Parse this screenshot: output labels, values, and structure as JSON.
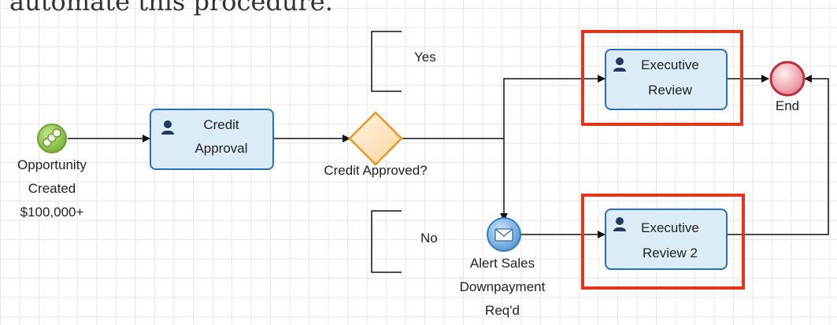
{
  "heading": "automate this procedure.",
  "start_event": {
    "line1": "Opportunity",
    "line2": "Created",
    "line3": "$100,000+"
  },
  "credit_task": {
    "line1": "Credit",
    "line2": "Approval"
  },
  "gateway": {
    "label": "Credit Approved?"
  },
  "annotations": {
    "yes": "Yes",
    "no": "No"
  },
  "alert_event": {
    "line1": "Alert Sales",
    "line2": "Downpayment",
    "line3": "Req'd"
  },
  "exec_review": {
    "line1": "Executive",
    "line2": "Review"
  },
  "exec_review_2": {
    "line1": "Executive",
    "line2": "Review 2"
  },
  "end_event": {
    "label": "End"
  },
  "colors": {
    "task_fill": "#dcecf7",
    "task_border": "#2a6fb8",
    "highlight": "#e8321c",
    "gateway": "#f0a030",
    "start": "#8cc63f",
    "end": "#e8a0a8",
    "message": "#4a8fd0"
  },
  "icons": {
    "task": "user-icon",
    "start": "coins-icon",
    "message": "envelope-icon"
  }
}
